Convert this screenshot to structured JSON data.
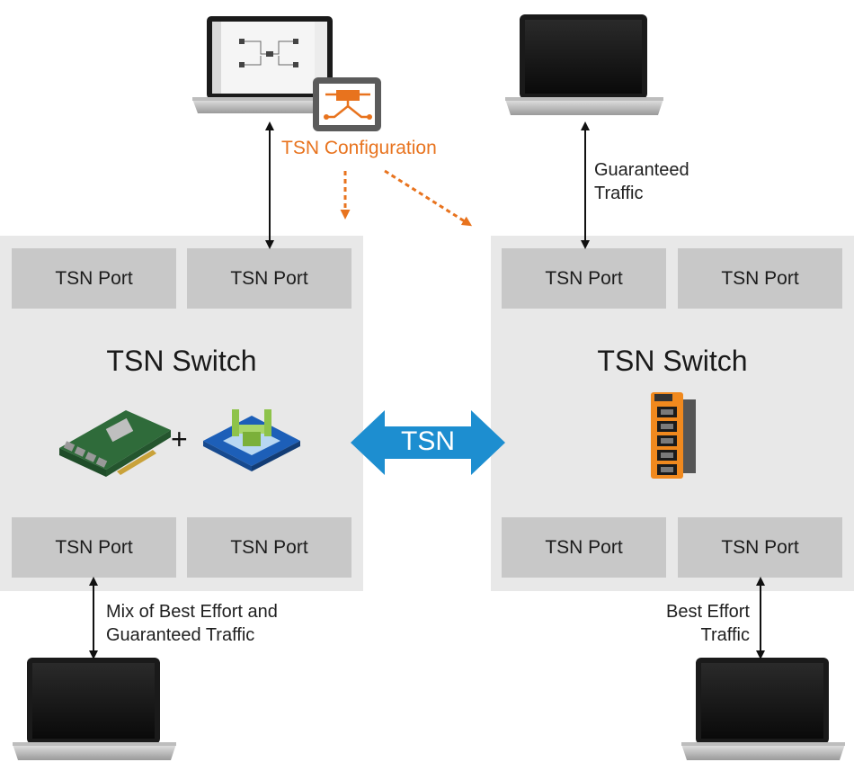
{
  "left_switch": {
    "title": "TSN Switch",
    "ports": [
      "TSN Port",
      "TSN Port",
      "TSN Port",
      "TSN Port"
    ],
    "plus": "+"
  },
  "right_switch": {
    "title": "TSN Switch",
    "ports": [
      "TSN Port",
      "TSN Port",
      "TSN Port",
      "TSN Port"
    ]
  },
  "links": {
    "config_label": "TSN Configuration",
    "tsn_label": "TSN",
    "guaranteed": "Guaranteed\nTraffic",
    "mixed": "Mix of Best Effort and\nGuaranteed Traffic",
    "best_effort": "Best Effort\nTraffic"
  },
  "colors": {
    "orange": "#e8731e",
    "tsn_arrow": "#1d8ed0",
    "switch_bg": "#e8e8e8",
    "port_bg": "#c8c8c8"
  },
  "icons": [
    "laptop-icon",
    "tsn-config-app-icon",
    "network-card-icon",
    "fpga-chip-icon",
    "industrial-switch-icon"
  ]
}
